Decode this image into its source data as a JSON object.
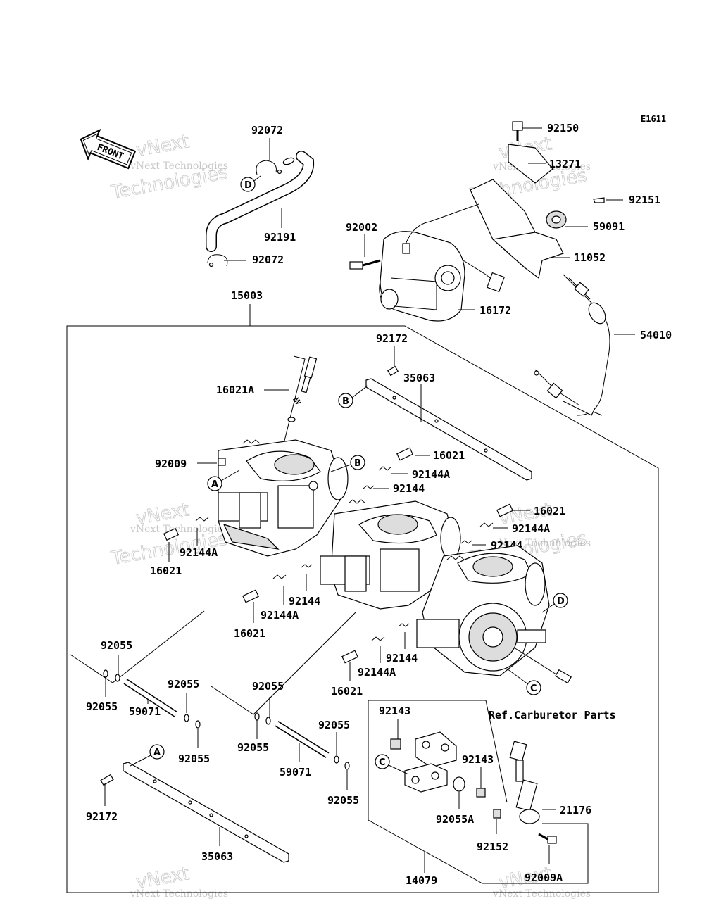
{
  "diagram_id": "E1611",
  "front_label": "FRONT",
  "watermark_line1": "vNext",
  "watermark_line2": "Technologies",
  "watermark_full": "vNext Technologies",
  "ref_note": "Ref.Carburetor Parts",
  "part_labels": {
    "p92072_top": "92072",
    "p92191": "92191",
    "p92072_bottom": "92072",
    "p15003": "15003",
    "p92150": "92150",
    "p13271": "13271",
    "p92151": "92151",
    "p59091": "59091",
    "p92002": "92002",
    "p11052": "11052",
    "p16172": "16172",
    "p54010": "54010",
    "p92172_top": "92172",
    "p35063_top": "35063",
    "p16021A": "16021A",
    "p92009": "92009",
    "p16021_a": "16021",
    "p92144A_a": "92144A",
    "p92144_a": "92144",
    "p92144A_left": "92144A",
    "p16021_left": "16021",
    "p16021_right": "16021",
    "p92144A_right": "92144A",
    "p92144_right": "92144",
    "p92144_mid": "92144",
    "p92144A_mid": "92144A",
    "p16021_mid": "16021",
    "p92144_low": "92144",
    "p92144A_low": "92144A",
    "p16021_low": "16021",
    "p92055_1": "92055",
    "p92055_2": "92055",
    "p92055_3": "92055",
    "p92055_4": "92055",
    "p92055_5": "92055",
    "p92055_6": "92055",
    "p92055_7": "92055",
    "p92055_8": "92055",
    "p59071_left": "59071",
    "p59071_right": "59071",
    "p92143_top": "92143",
    "p92143_right": "92143",
    "p21176": "21176",
    "p92055A": "92055A",
    "p92152": "92152",
    "p92009A": "92009A",
    "p14079": "14079",
    "p92172_bottom": "92172",
    "p35063_bottom": "35063"
  },
  "callouts": {
    "A1": "A",
    "A2": "A",
    "B1": "B",
    "B2": "B",
    "C1": "C",
    "C2": "C",
    "D1": "D",
    "D2": "D"
  }
}
